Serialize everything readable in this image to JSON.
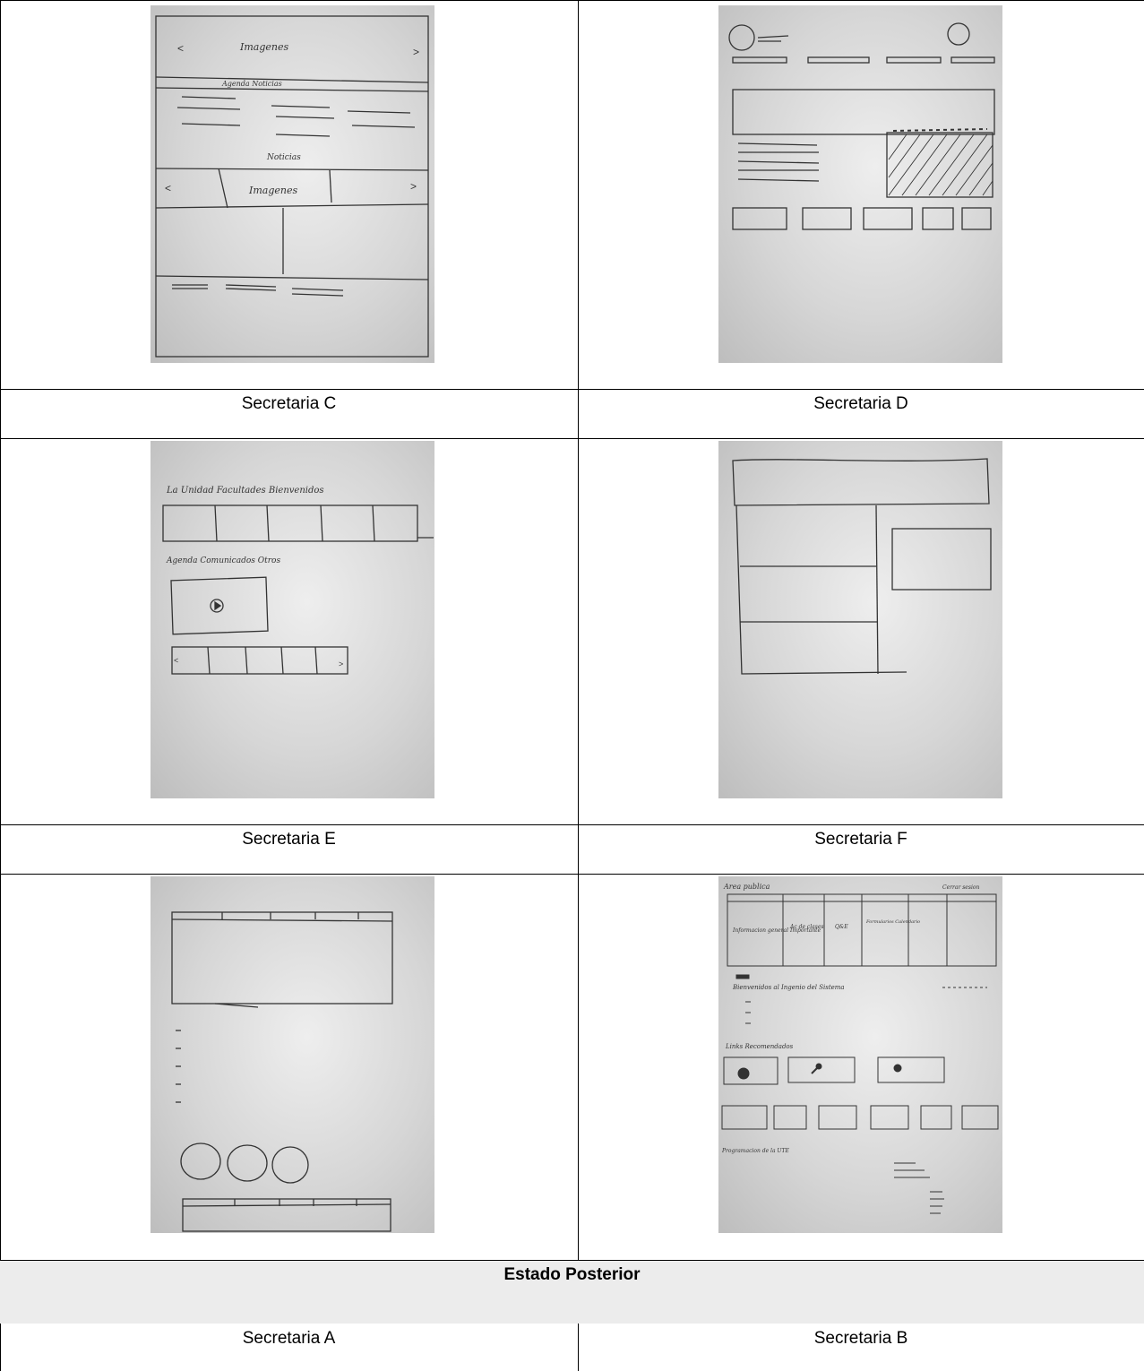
{
  "captions": {
    "row1_left": "Secretaria C",
    "row1_right": "Secretaria D",
    "row2_left": "Secretaria E",
    "row2_right": "Secretaria F",
    "row3_left": "Secretaria A",
    "row3_right": "Secretaria B"
  },
  "section_heading": "Estado Posterior",
  "sketch_labels": {
    "c_top": "Imagenes",
    "c_tabs": "Agenda  Noticias",
    "c_mid": "Noticias",
    "c_lower": "Imagenes",
    "e_nav": "La Unidad  Facultades  Bienvenidos",
    "e_sub": "Agenda  Comunicados  Otros",
    "b_title": "Area publica",
    "b_top_right": "Cerrar sesion",
    "b_cell1": "Informacion general Importante",
    "b_cell2": "Ac de clases",
    "b_cell3": "Q&E",
    "b_cell4": "Formularios Calendario",
    "b_banner": "Bienvenidos al Ingenio del Sistema",
    "b_links": "Links Recomendados",
    "b_footer": "Programacion de la UTE"
  }
}
